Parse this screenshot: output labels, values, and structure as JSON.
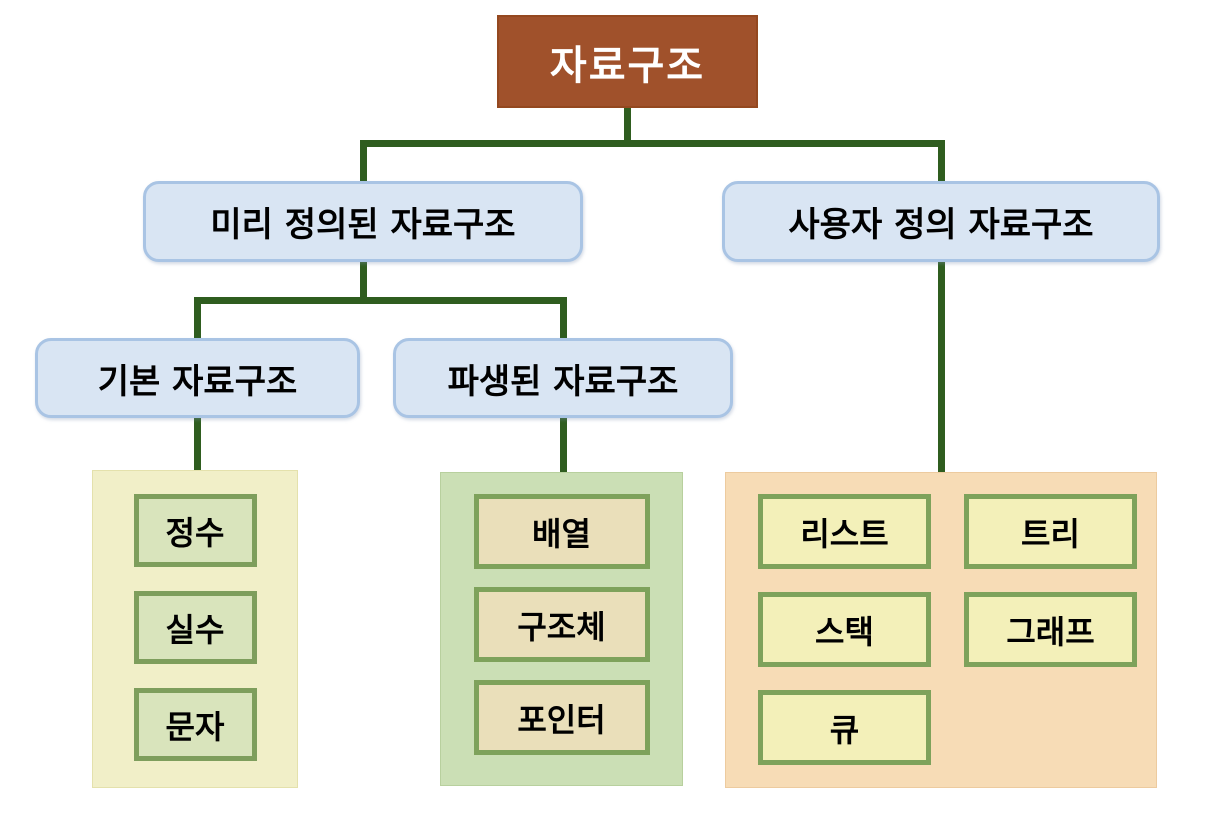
{
  "diagram": {
    "root": {
      "label": "자료구조"
    },
    "level2": [
      {
        "id": "predefined",
        "label": "미리 정의된 자료구조"
      },
      {
        "id": "user-defined",
        "label": "사용자 정의 자료구조"
      }
    ],
    "level3": [
      {
        "id": "basic",
        "label": "기본 자료구조"
      },
      {
        "id": "derived",
        "label": "파생된 자료구조"
      }
    ],
    "groups": {
      "basic": {
        "items": [
          "정수",
          "실수",
          "문자"
        ]
      },
      "derived": {
        "items": [
          "배열",
          "구조체",
          "포인터"
        ]
      },
      "user": {
        "items": [
          "리스트",
          "트리",
          "스택",
          "그래프",
          "큐"
        ]
      }
    },
    "colors": {
      "root_fill": "#A0512B",
      "root_text": "#FFFFFF",
      "branch_fill": "#D9E5F3",
      "branch_border": "#A9C4E4",
      "connector": "#2F5D1F",
      "group_basic_bg": "#F1EFC8",
      "group_derived_bg": "#CBDFB5",
      "group_user_bg": "#F7DCB6",
      "leaf_basic_fill": "#D9E4BC",
      "leaf_derived_fill": "#EADFBA",
      "leaf_user_fill": "#F3F0B9",
      "leaf_border": "#7EA25B"
    }
  }
}
